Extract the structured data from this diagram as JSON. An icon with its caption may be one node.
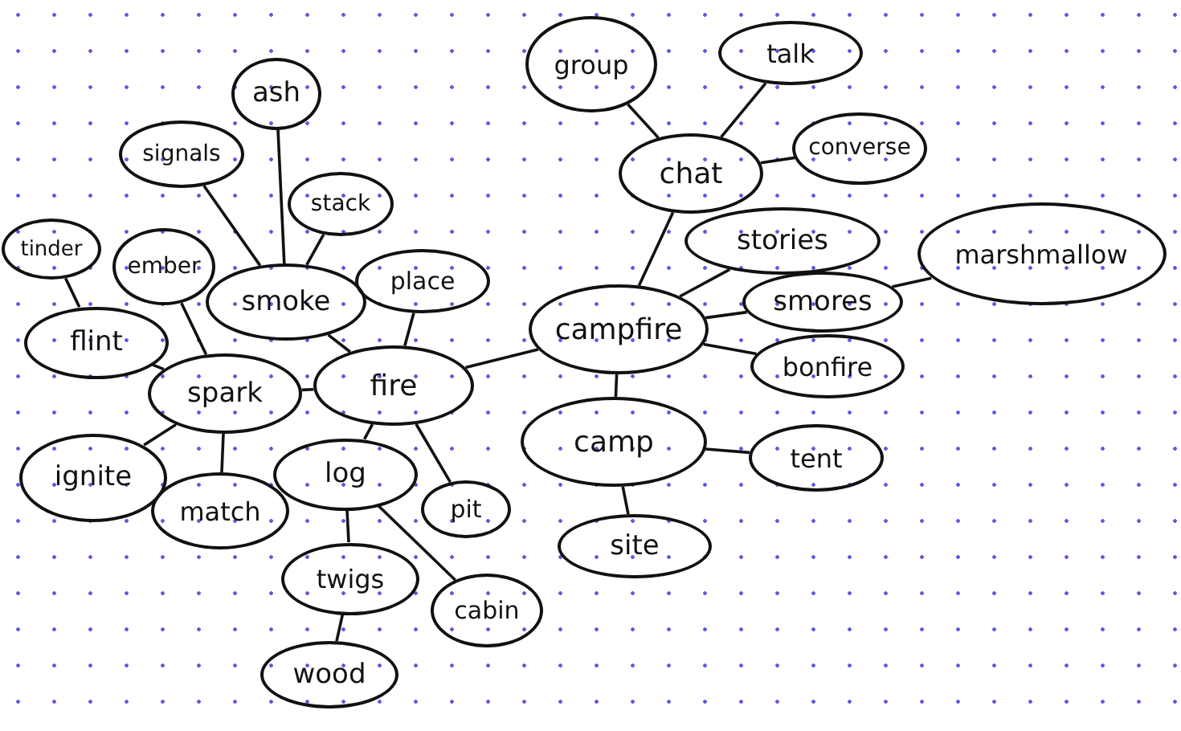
{
  "diagram": {
    "nodes": [
      {
        "text": [
          "campfire"
        ]
      },
      {
        "text": [
          "fire"
        ]
      },
      {
        "text": [
          "smoke"
        ]
      },
      {
        "text": [
          "spark"
        ]
      },
      {
        "text": [
          "flint"
        ]
      },
      {
        "text": [
          "tinder"
        ]
      },
      {
        "text": [
          "ember"
        ]
      },
      {
        "text": [
          "signals"
        ]
      },
      {
        "text": [
          "ash"
        ]
      },
      {
        "text": [
          "stack"
        ]
      },
      {
        "text": [
          "place"
        ]
      },
      {
        "text": [
          "ignite"
        ]
      },
      {
        "text": [
          "match"
        ]
      },
      {
        "text": [
          "log"
        ]
      },
      {
        "text": [
          "pit"
        ]
      },
      {
        "text": [
          "twigs"
        ]
      },
      {
        "text": [
          "wood"
        ]
      },
      {
        "text": [
          "cabin"
        ]
      },
      {
        "text": [
          "chat"
        ]
      },
      {
        "text": [
          "group"
        ]
      },
      {
        "text": [
          "talk"
        ]
      },
      {
        "text": [
          "converse"
        ]
      },
      {
        "text": [
          "stories"
        ]
      },
      {
        "text": [
          "smores"
        ]
      },
      {
        "text": [
          "marshmallow"
        ]
      },
      {
        "text": [
          "bonfire"
        ]
      },
      {
        "text": [
          "camp"
        ]
      },
      {
        "text": [
          "tent"
        ]
      },
      {
        "text": [
          "site"
        ]
      }
    ],
    "edges": [
      {
        "from": 0,
        "to": 1,
        "arrow": "none"
      },
      {
        "from": 1,
        "to": 2,
        "arrow": "none"
      },
      {
        "from": 1,
        "to": 3,
        "arrow": "none"
      },
      {
        "from": 1,
        "to": 10,
        "arrow": "none"
      },
      {
        "from": 1,
        "to": 13,
        "arrow": "none"
      },
      {
        "from": 1,
        "to": 14,
        "arrow": "none"
      },
      {
        "from": 2,
        "to": 7,
        "arrow": "none"
      },
      {
        "from": 2,
        "to": 8,
        "arrow": "none"
      },
      {
        "from": 2,
        "to": 9,
        "arrow": "none"
      },
      {
        "from": 3,
        "to": 4,
        "arrow": "none"
      },
      {
        "from": 4,
        "to": 5,
        "arrow": "none"
      },
      {
        "from": 3,
        "to": 6,
        "arrow": "none"
      },
      {
        "from": 3,
        "to": 11,
        "arrow": "none"
      },
      {
        "from": 3,
        "to": 12,
        "arrow": "none"
      },
      {
        "from": 13,
        "to": 15,
        "arrow": "none"
      },
      {
        "from": 15,
        "to": 16,
        "arrow": "none"
      },
      {
        "from": 13,
        "to": 17,
        "arrow": "none"
      },
      {
        "from": 0,
        "to": 18,
        "arrow": "none"
      },
      {
        "from": 18,
        "to": 19,
        "arrow": "none"
      },
      {
        "from": 18,
        "to": 20,
        "arrow": "none"
      },
      {
        "from": 18,
        "to": 21,
        "arrow": "none"
      },
      {
        "from": 0,
        "to": 22,
        "arrow": "none"
      },
      {
        "from": 0,
        "to": 23,
        "arrow": "none"
      },
      {
        "from": 23,
        "to": 24,
        "arrow": "none"
      },
      {
        "from": 0,
        "to": 25,
        "arrow": "none"
      },
      {
        "from": 0,
        "to": 26,
        "arrow": "none"
      },
      {
        "from": 26,
        "to": 27,
        "arrow": "none"
      },
      {
        "from": 26,
        "to": 28,
        "arrow": "none"
      }
    ]
  }
}
